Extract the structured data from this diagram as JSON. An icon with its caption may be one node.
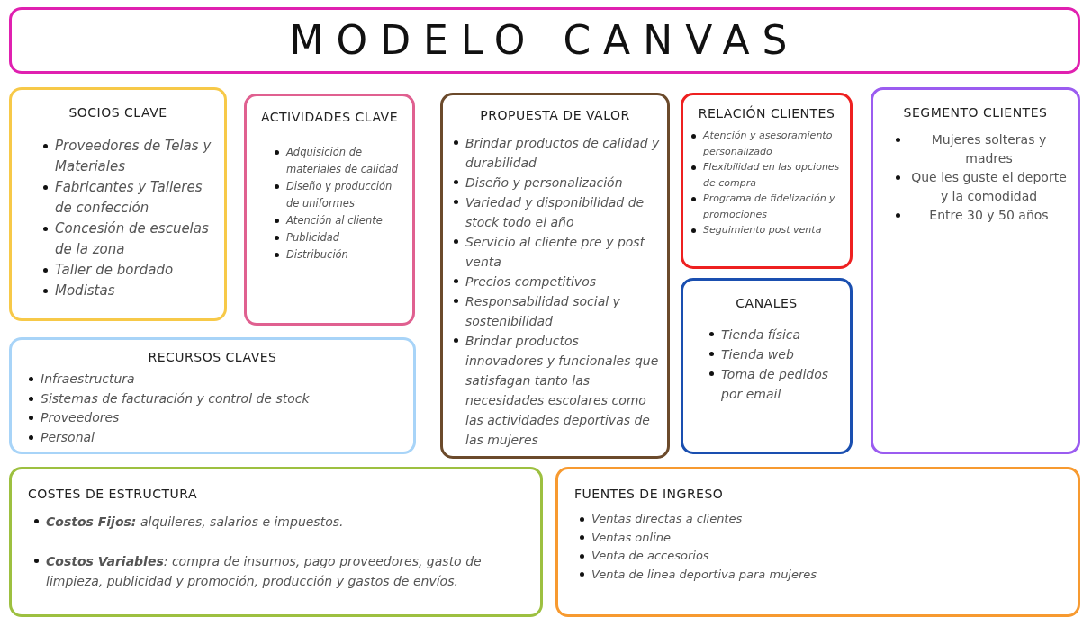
{
  "diagram": {
    "nodes": [
      {
        "text": [
          "MODELO CANVAS"
        ]
      },
      {
        "text": [
          "SOCIOS CLAVE",
          "Proveedores de Telas y Materiales",
          "Fabricantes y Talleres de confección",
          "Concesión de escuelas de la zona",
          "Taller de bordado",
          "Modistas"
        ]
      },
      {
        "text": [
          "ACTIVIDADES CLAVE",
          "Adquisición de materiales de calidad",
          "Diseño y producción de uniformes",
          "Atención al cliente",
          "Publicidad",
          "Distribución"
        ]
      },
      {
        "text": [
          "PROPUESTA DE VALOR",
          "Brindar productos de calidad y durabilidad",
          "Diseño y personalización",
          "Variedad y disponibilidad de stock todo el año",
          "Servicio al cliente pre y post venta",
          "Precios competitivos",
          "Responsabilidad social y sostenibilidad",
          "Brindar productos innovadores y funcionales que satisfagan tanto las necesidades escolares como las actividades deportivas de las mujeres"
        ]
      },
      {
        "text": [
          "RELACIÓN CLIENTES",
          "Atención y asesoramiento personalizado",
          "Flexibilidad en las opciones de compra",
          "Programa de fidelización y promociones",
          "Seguimiento post venta"
        ]
      },
      {
        "text": [
          "SEGMENTO CLIENTES",
          "Mujeres solteras y madres",
          "Que les guste el deporte y la comodidad",
          "Entre 30 y 50 años"
        ]
      },
      {
        "text": [
          "CANALES",
          "Tienda física",
          "Tienda web",
          "Toma de pedidos por email"
        ]
      },
      {
        "text": [
          "RECURSOS CLAVES",
          "Infraestructura",
          "Sistemas de facturación y control de stock",
          "Proveedores",
          "Personal"
        ]
      },
      {
        "text": [
          "COSTES DE ESTRUCTURA",
          "**Costos Fijos:** alquileres, salarios e impuestos.",
          "**Costos Variables**: compra de insumos, pago proveedores, gasto de limpieza, publicidad y promoción, producción y gastos de envíos."
        ]
      },
      {
        "text": [
          "FUENTES DE INGRESO",
          "Ventas directas a clientes",
          "Ventas online",
          "Venta de accesorios",
          "Venta de linea deportiva para mujeres"
        ]
      }
    ]
  }
}
